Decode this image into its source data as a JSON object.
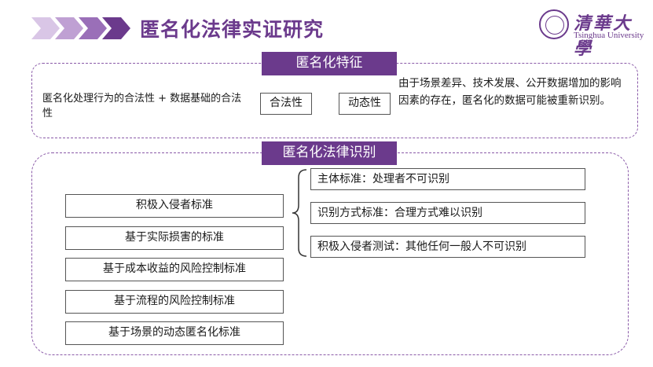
{
  "header": {
    "title": "匿名化法律实证研究",
    "logo_cn": "清華大學",
    "logo_en": "Tsinghua University"
  },
  "features": {
    "label": "匿名化特征",
    "left_text": "匿名化处理行为的合法性 + 数据基础的合法性",
    "tag_legal": "合法性",
    "tag_dynamic": "动态性",
    "right_text": "由于场景差异、技术发展、公开数据增加的影响因素的存在，匿名化的数据可能被重新识别。"
  },
  "identification": {
    "label": "匿名化法律识别",
    "left_standards": [
      "积极入侵者标准",
      "基于实际损害的标准",
      "基于成本收益的风险控制标准",
      "基于流程的风险控制标准",
      "基于场景的动态匿名化标准"
    ],
    "right_standards": [
      "主体标准：处理者不可识别",
      "识别方式标准：合理方式难以识别",
      "积极入侵者测试：其他任何一般人不可识别"
    ]
  },
  "colors": {
    "accent": "#6b3a8c",
    "chevron_light": "#c9b0da"
  }
}
